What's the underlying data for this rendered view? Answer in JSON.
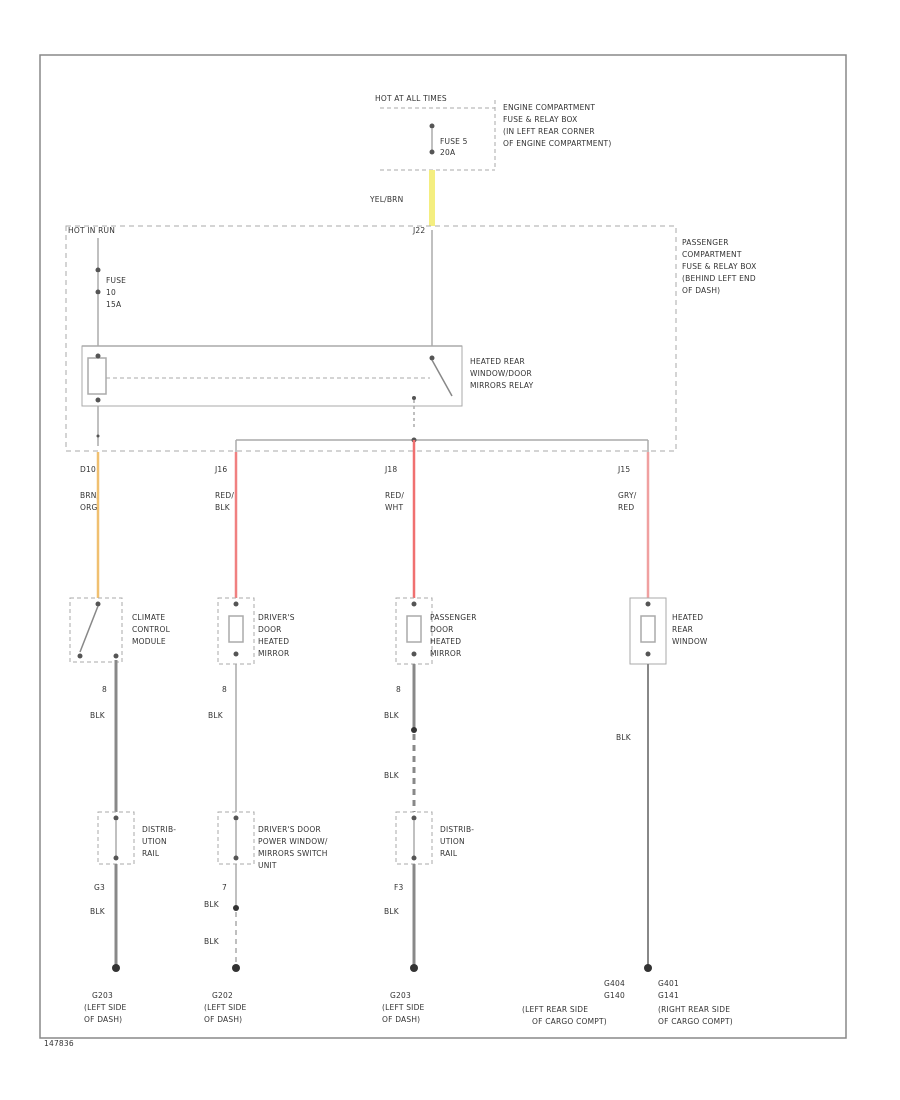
{
  "power": {
    "hot_at_all_times": "HOT AT ALL TIMES",
    "engine_box_lines": [
      "ENGINE COMPARTMENT",
      "FUSE & RELAY BOX",
      "(IN LEFT REAR CORNER",
      "OF ENGINE COMPARTMENT)"
    ],
    "fuse5_lines": [
      "FUSE 5",
      "20A"
    ],
    "feed_wire": "YEL/BRN",
    "hot_in_run": "HOT IN RUN",
    "feed_connector": "J22",
    "fuse10_lines": [
      "FUSE",
      "10",
      "15A"
    ]
  },
  "passenger_box": {
    "lines": [
      "PASSENGER",
      "COMPARTMENT",
      "FUSE & RELAY BOX",
      "(BEHIND LEFT END",
      "OF DASH)"
    ]
  },
  "relay": {
    "lines": [
      "HEATED REAR",
      "WINDOW/DOOR",
      "MIRRORS RELAY"
    ]
  },
  "branches": [
    {
      "connector": "D10",
      "wire_lines": [
        "BRN/",
        "ORG"
      ],
      "component_lines": [
        "CLIMATE",
        "CONTROL",
        "MODULE"
      ],
      "wire_color": "#f0c070"
    },
    {
      "connector": "J16",
      "wire_lines": [
        "RED/",
        "BLK"
      ],
      "component_lines": [
        "DRIVER'S",
        "DOOR",
        "HEATED",
        "MIRROR"
      ],
      "wire_color": "#f08080"
    },
    {
      "connector": "J18",
      "wire_lines": [
        "RED/",
        "WHT"
      ],
      "component_lines": [
        "PASSENGER",
        "DOOR",
        "HEATED",
        "MIRROR"
      ],
      "wire_color": "#f07070"
    },
    {
      "connector": "J15",
      "wire_lines": [
        "GRY/",
        "RED"
      ],
      "component_lines": [
        "HEATED",
        "REAR",
        "WINDOW"
      ],
      "wire_color": "#f0a0a0"
    }
  ],
  "grounds": {
    "pins": [
      "8",
      "8",
      "8"
    ],
    "blk": "BLK",
    "distribution_rail_lines": [
      "DISTRIB-",
      "UTION",
      "RAIL"
    ],
    "drivers_switch_lines": [
      "DRIVER'S DOOR",
      "POWER WINDOW/",
      "MIRRORS SWITCH",
      "UNIT"
    ],
    "rail_pins": [
      "G3",
      "7",
      "F3"
    ],
    "ground_a": [
      "G203",
      "(LEFT SIDE",
      "OF DASH)"
    ],
    "ground_b": [
      "G202",
      "(LEFT SIDE",
      "OF DASH)"
    ],
    "ground_c": [
      "G203",
      "(LEFT SIDE",
      "OF DASH)"
    ],
    "ground_d_left": [
      "G404",
      "G140",
      "(LEFT REAR SIDE",
      "OF CARGO COMPT)"
    ],
    "ground_d_right": [
      "G401",
      "G141",
      "(RIGHT REAR SIDE",
      "OF CARGO COMPT)"
    ]
  },
  "figure_id": "147836"
}
